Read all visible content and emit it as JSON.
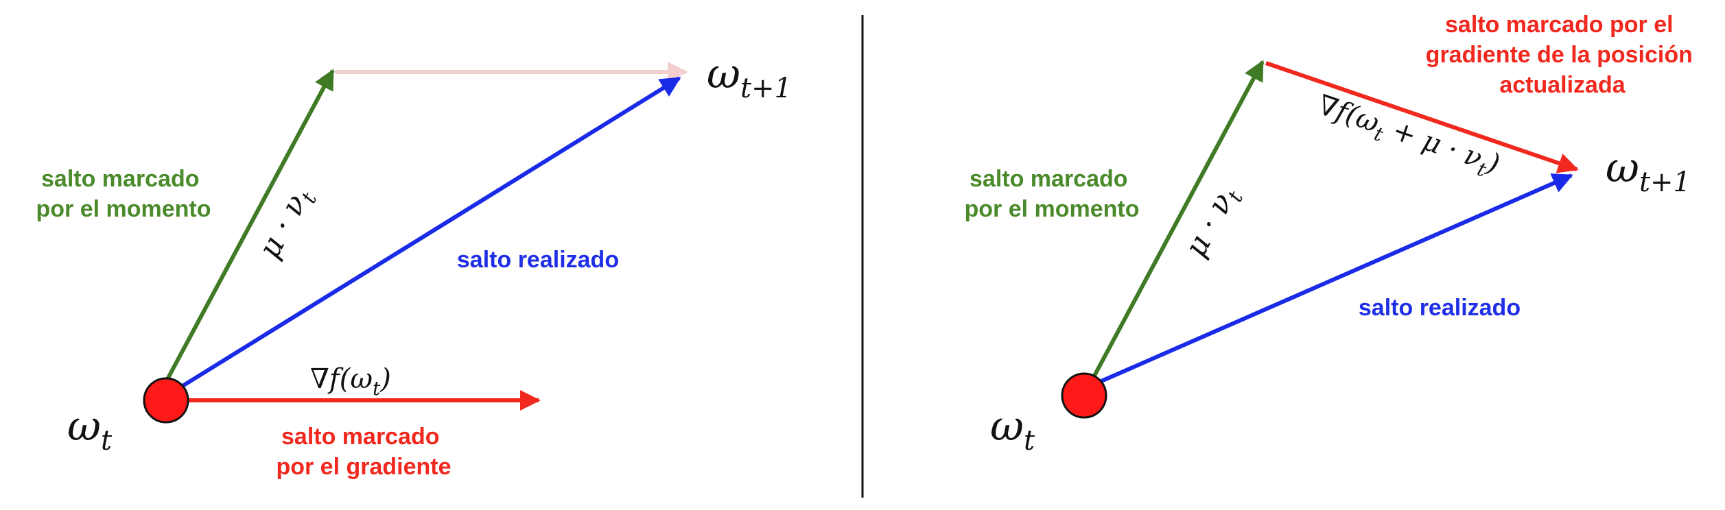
{
  "colors": {
    "momentum": "#3f7a24",
    "momentum_text": "#4a8a2a",
    "realized": "#1a2be8",
    "realized_text": "#1f2fe6",
    "gradient": "#f0281e",
    "ghost": "#f3cfcf",
    "point_fill": "#ff1a1a",
    "divider": "#111111"
  },
  "left_panel": {
    "point_label_base": "ω",
    "point_label_sub": "t",
    "next_label_base": "ω",
    "next_label_sub": "t+1",
    "momentum_text_line1": "salto marcado",
    "momentum_text_line2": "por el momento",
    "momentum_vector_label": "μ · ν",
    "momentum_vector_label_sub": "t",
    "realized_text": "salto realizado",
    "gradient_vector_label": "∇f(ω",
    "gradient_vector_label_sub": "t",
    "gradient_vector_label_close": ")",
    "gradient_text_line1": "salto marcado",
    "gradient_text_line2": "por el gradiente"
  },
  "right_panel": {
    "point_label_base": "ω",
    "point_label_sub": "t",
    "next_label_base": "ω",
    "next_label_sub": "t+1",
    "momentum_text_line1": "salto marcado",
    "momentum_text_line2": "por el momento",
    "momentum_vector_label": "μ · ν",
    "momentum_vector_label_sub": "t",
    "realized_text": "salto realizado",
    "nesterov_vector_label": "∇f(ω",
    "nesterov_vector_label_sub1": "t",
    "nesterov_vector_label_mid": " + μ · ν",
    "nesterov_vector_label_sub2": "t",
    "nesterov_vector_label_close": ")",
    "gradient_text_line1": "salto marcado por el",
    "gradient_text_line2": "gradiente de la posición",
    "gradient_text_line3": "actualizada"
  }
}
